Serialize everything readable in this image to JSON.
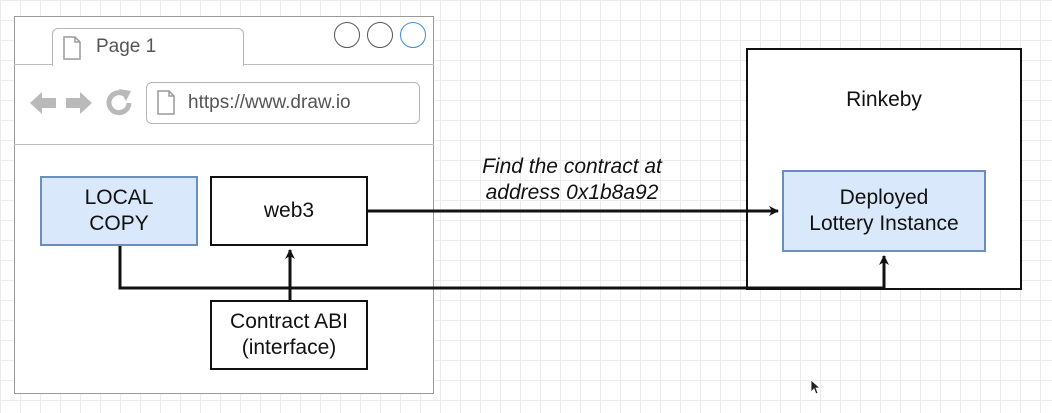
{
  "browser": {
    "tab_label": "Page 1",
    "url": "https://www.draw.io"
  },
  "nodes": {
    "local_copy": "LOCAL\nCOPY",
    "web3": "web3",
    "contract_abi": "Contract ABI\n(interface)",
    "rinkeby": "Rinkeby",
    "deployed_lottery": "Deployed\nLottery Instance"
  },
  "edges": {
    "web3_to_lottery_label": "Find the contract at\naddress 0x1b8a92"
  },
  "colors": {
    "blue_fill": "#dae8fc",
    "blue_stroke": "#6c8ebf",
    "edge": "#111111"
  }
}
